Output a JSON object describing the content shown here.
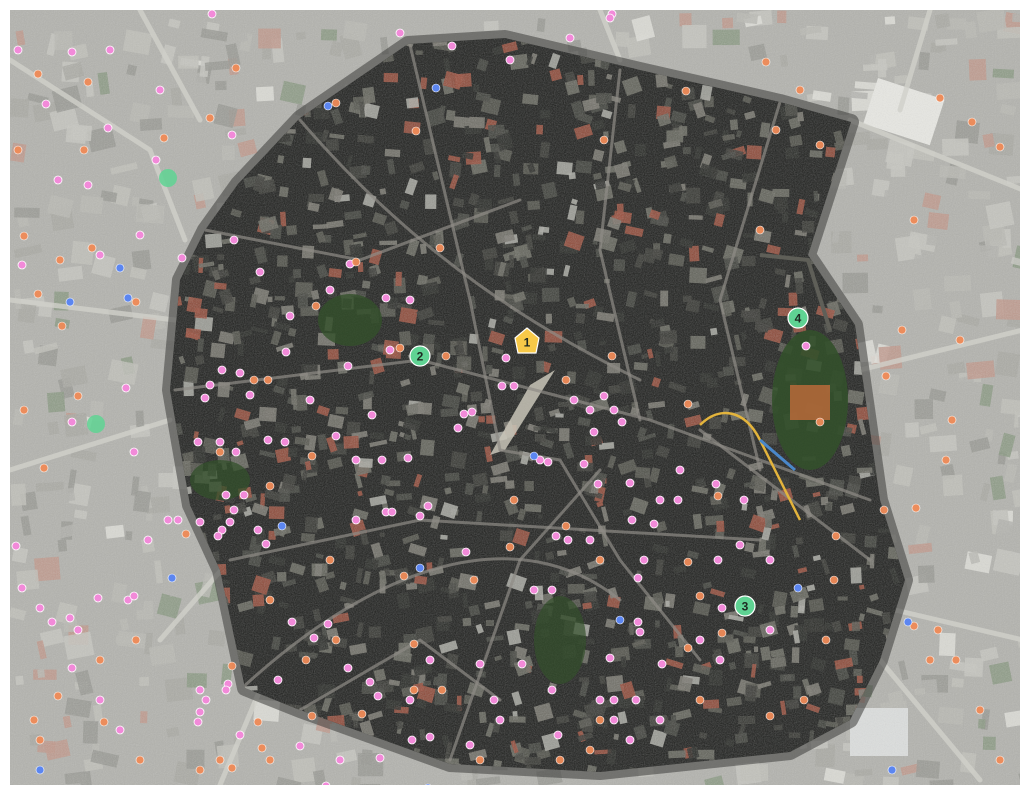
{
  "map": {
    "colors": {
      "satellite_base": "#7f7f7c",
      "satellite_light": "#a6a6a1",
      "satellite_dark": "#4f504c",
      "outer_wash": "#e8e8e3",
      "focus_area_dark": "#1d1e1c",
      "focus_area_mid": "#3a3a35",
      "roof_terracotta": "#9a4f3d",
      "vegetation": "#33502b",
      "pink_marker": "#f28ad9",
      "orange_marker": "#ef8b58",
      "blue_marker": "#5c86f0",
      "green_marker": "#5fd393",
      "yellow_marker": "#f7c948",
      "rail_yellow": "#e3b43c",
      "rail_blue": "#4a87c9"
    },
    "markers": {
      "numbered": [
        {
          "label": "1",
          "kind": "yellow-pentagon"
        },
        {
          "label": "2",
          "kind": "green-circle"
        },
        {
          "label": "3",
          "kind": "green-circle"
        },
        {
          "label": "4",
          "kind": "green-circle"
        }
      ]
    }
  }
}
